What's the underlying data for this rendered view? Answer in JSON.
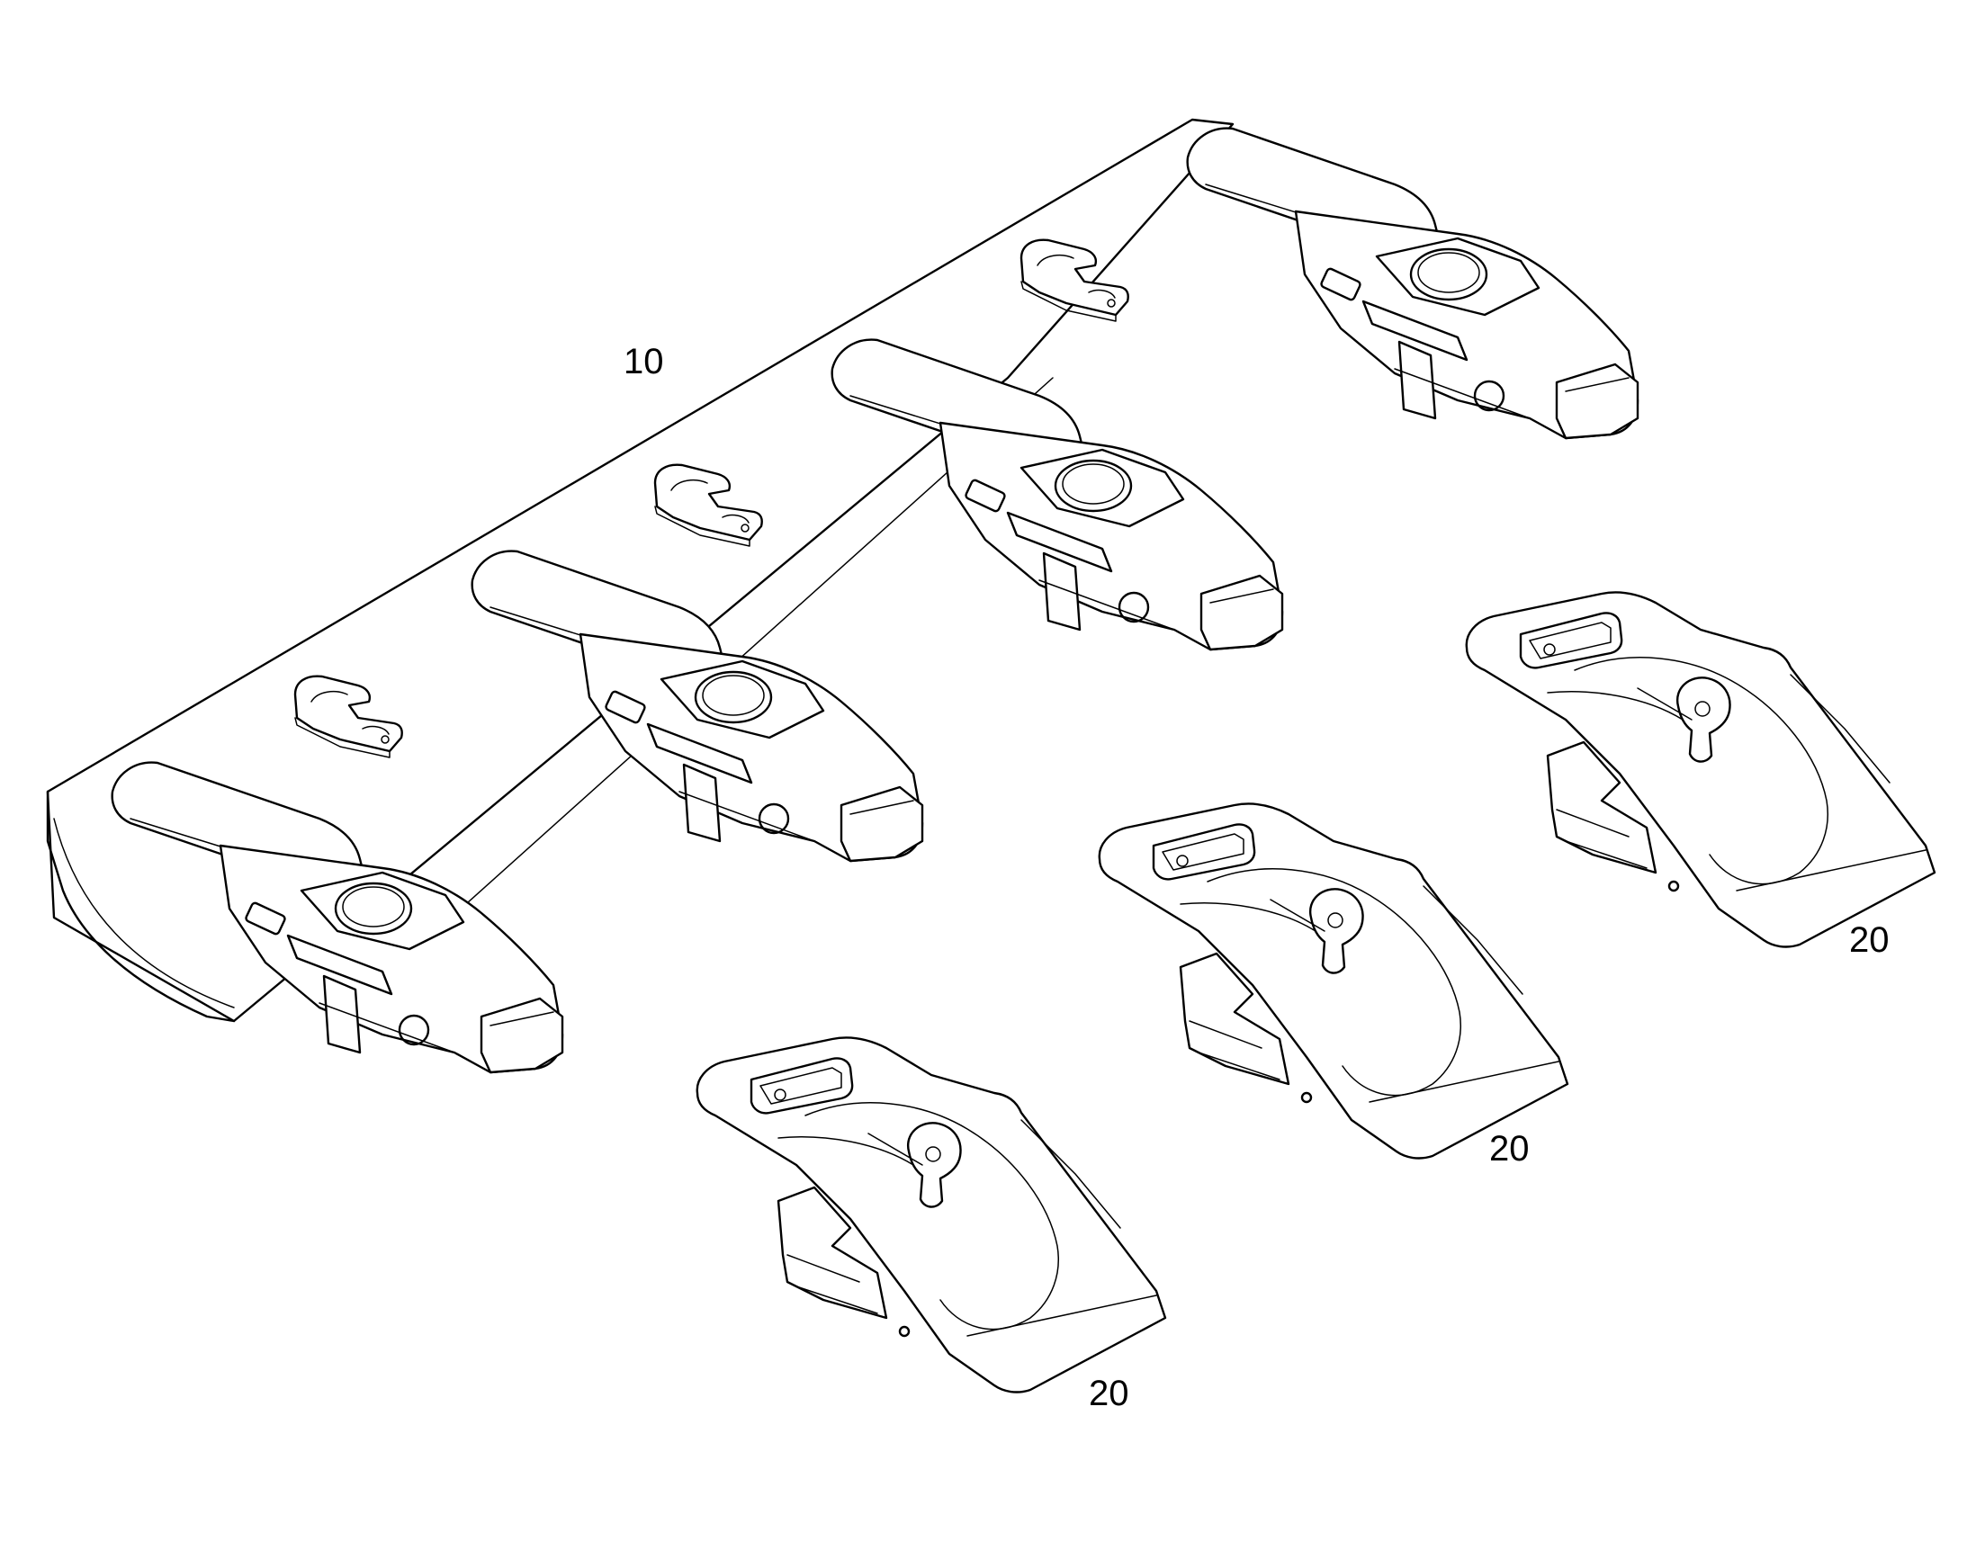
{
  "figure": {
    "reference_numerals": {
      "lip_assembly": "10",
      "shroud_a": "20",
      "shroud_b": "20",
      "shroud_c": "20"
    },
    "colors": {
      "line": "#000000",
      "background": "#ffffff"
    },
    "counts": {
      "adapters": 4,
      "shrouds": 3,
      "lip_clips": 3
    }
  }
}
